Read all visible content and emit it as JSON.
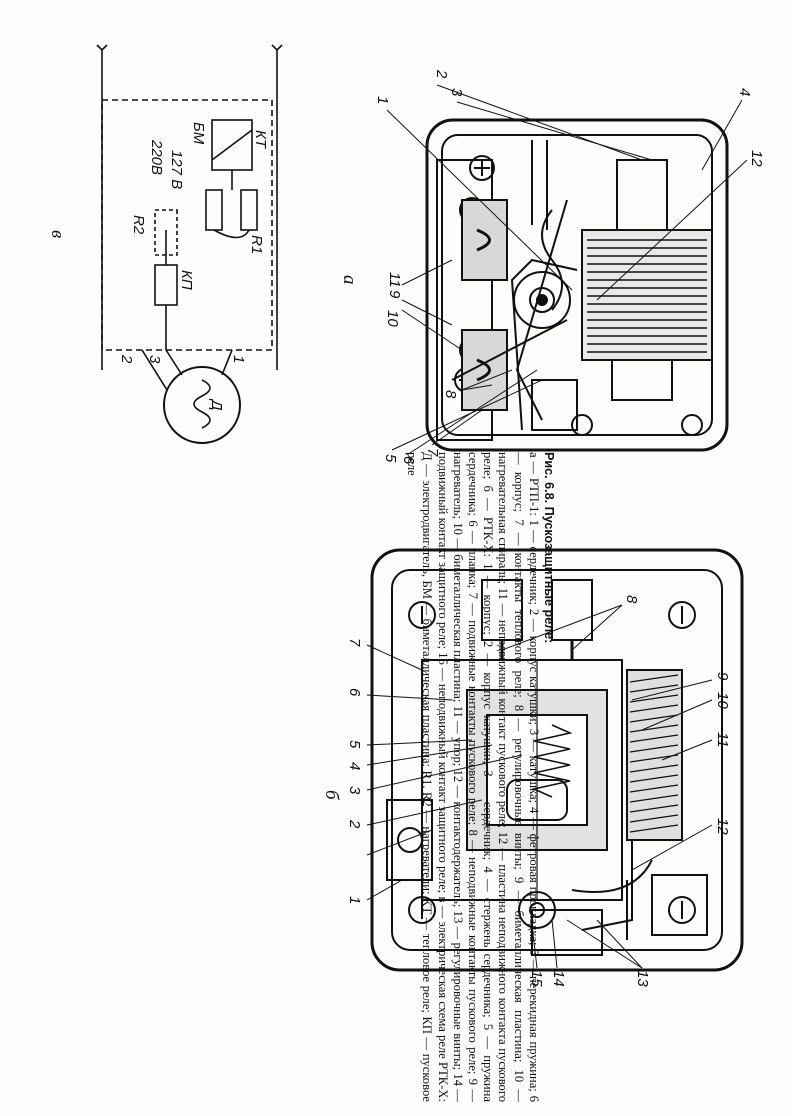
{
  "figure_a": {
    "label": "а",
    "parts": [
      "1",
      "2",
      "3",
      "4",
      "5",
      "6",
      "7",
      "8",
      "9",
      "10",
      "11",
      "12"
    ]
  },
  "figure_b": {
    "label": "б",
    "parts": [
      "1",
      "2",
      "3",
      "4",
      "5",
      "6",
      "7",
      "8",
      "9",
      "10",
      "11",
      "12",
      "13",
      "14",
      "15"
    ]
  },
  "figure_c": {
    "label": "в",
    "labels": {
      "kt": "КТ",
      "bm": "БМ",
      "r1": "R1",
      "r2": "R2",
      "kp": "КП",
      "d": "Д",
      "v127": "127 В",
      "v220": "220В",
      "t1": "1",
      "t2": "2",
      "t3": "3"
    }
  },
  "caption": {
    "head": "Рис. 6.8. Пускозащитные реле:",
    "body": "а — РТП-1: 1 — сердечник; 2 — корпус катушки; 3 — катушка; 4 — фетровая прокладка; 5 — перекидная пружина; 6 — корпус; 7 — контакты теплового реле; 8 — регулировочные винты; 9 — биметаллическая пластина; 10 — нагревательная спираль; 11 — неподвижный контакт пускового реле; 12 — пластина неподвижного контакта пускового реле; б — РТК-Х: 1 — корпус; 2 — корпус катушки; 3 — сердечник; 4 — стержень сердечника; 5 — пружина сердечника; 6 — планка; 7 — подвижные контакты пускового реле; 8 — неподвижные контакты пускового реле; 9 — нагреватель; 10 — биметаллическая пластина; 11 — упор; 12 — контактодержатель; 13 — регулировочные винты; 14 — подвижный контакт защитного реле; 15 — неподвижный контакт защитного реле; в — электрическая схема реле РТК-Х: Д — электродвигатель, БМ — биметаллическая пластина; R1, R2 — нагреватели; КТ — тепловое реле; КП — пусковое реле"
  }
}
